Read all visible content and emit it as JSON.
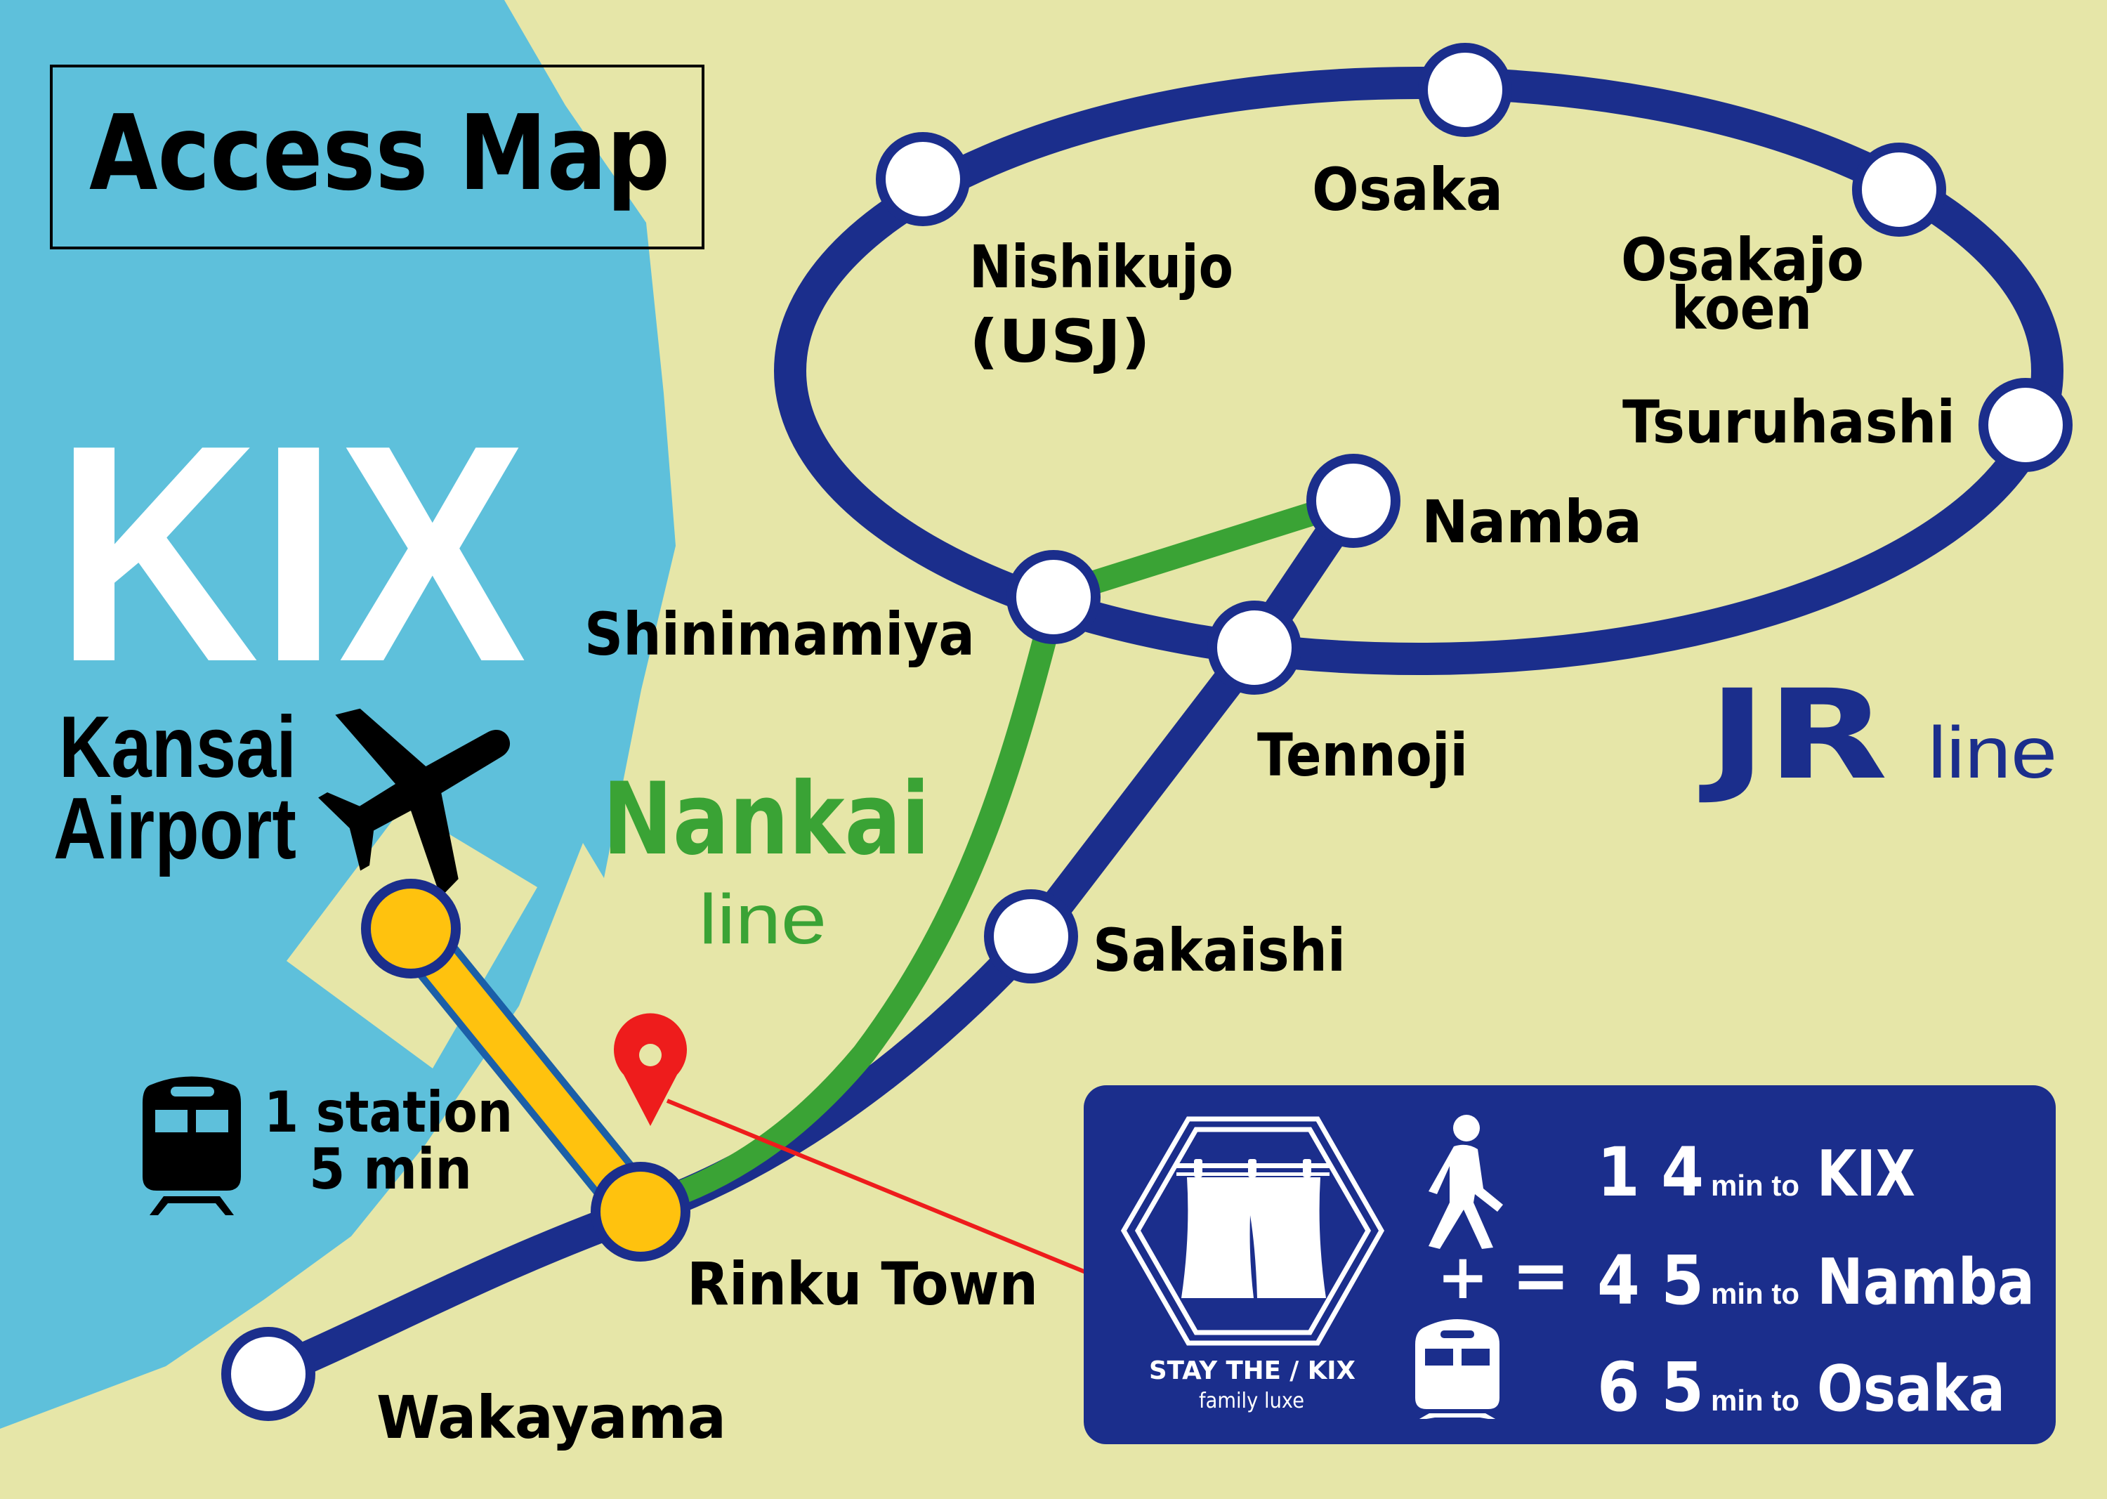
{
  "title": "Access Map",
  "airport": {
    "code": "KIX",
    "name_line1": "Kansai",
    "name_line2": "Airport",
    "transfer_line1": "1 station",
    "transfer_line2": "5 min"
  },
  "lines": {
    "nankai": {
      "name": "Nankai",
      "suffix": "line",
      "color": "#3AA335"
    },
    "jr": {
      "name": "JR",
      "suffix": "line",
      "color": "#1B2E8C"
    },
    "airport_link": {
      "color": "#FFC20E"
    }
  },
  "stations": {
    "osaka": "Osaka",
    "nishikujo_1": "Nishikujo",
    "nishikujo_2": "(USJ)",
    "osakajo_1": "Osakajo",
    "osakajo_2": "koen",
    "tsuruhashi": "Tsuruhashi",
    "namba": "Namba",
    "shinimamiya": "Shinimamiya",
    "tennoji": "Tennoji",
    "sakaishi": "Sakaishi",
    "rinku_town": "Rinku Town",
    "wakayama": "Wakayama"
  },
  "panel": {
    "brand": "STAY THE / KIX",
    "tagline": "family luxe",
    "plus": "+",
    "equals": "=",
    "rows": [
      {
        "minutes": "1 4",
        "unit": "min to",
        "destination": "KIX"
      },
      {
        "minutes": "4 5",
        "unit": "min to",
        "destination": "Namba"
      },
      {
        "minutes": "6 5",
        "unit": "min to",
        "destination": "Osaka"
      }
    ]
  },
  "colors": {
    "land": "#E6E6A8",
    "water": "#5EC0DB",
    "jr_blue": "#1B2E8C",
    "nankai_green": "#3AA335",
    "pin_red": "#EE1C1C",
    "airport_yellow": "#FFC20E"
  }
}
